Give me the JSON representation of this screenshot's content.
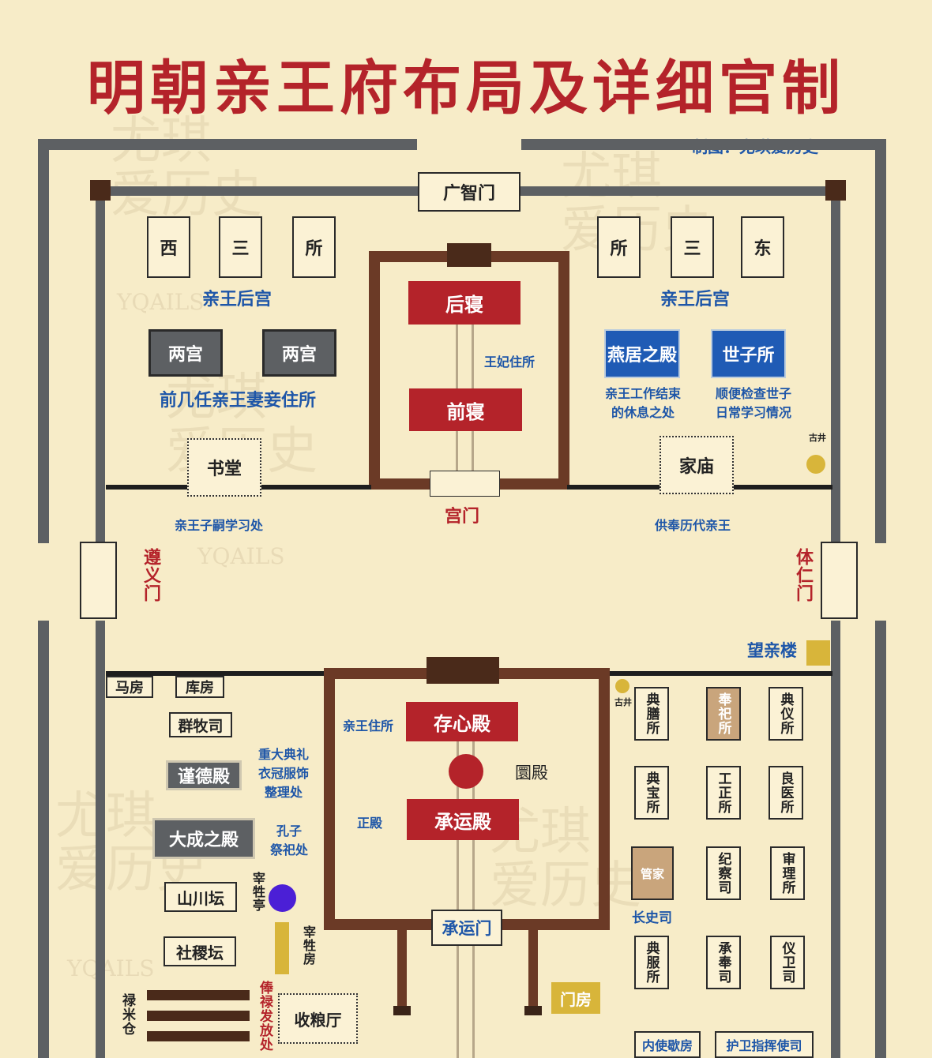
{
  "title": "明朝亲王府布局及详细官制",
  "credit": "制图：尤琪爱历史",
  "watermark": {
    "name": "尤琪",
    "tail": "爱历史",
    "latin": "YQAILS"
  },
  "gates": {
    "north": "广智门",
    "palace": "宫门",
    "west": "遵义门",
    "east": "体仁门",
    "chengyun": "承运门"
  },
  "north_section": {
    "west_three": [
      "西",
      "三",
      "所"
    ],
    "east_three": [
      "所",
      "三",
      "东"
    ],
    "west_harem": "亲王后宫",
    "east_harem": "亲王后宫",
    "liang_gong": [
      "两宫",
      "两宫"
    ],
    "former_consorts": "前几任亲王妻妾住所",
    "hou_qin": "后寝",
    "qian_qin": "前寝",
    "consort_residence": "王妃住所",
    "yanju": {
      "label": "燕居之殿",
      "desc": [
        "亲王工作结束",
        "的休息之处"
      ]
    },
    "shizi": {
      "label": "世子所",
      "desc": [
        "顺便检查世子",
        "日常学习情况"
      ]
    },
    "study": {
      "label": "书堂",
      "desc": "亲王子嗣学习处"
    },
    "ancestral": {
      "label": "家庙",
      "desc": "供奉历代亲王"
    },
    "well": "古井"
  },
  "south_section": {
    "wangqin_tower": "望亲楼",
    "stable": "马房",
    "storehouse": "库房",
    "qunmu": "群牧司",
    "jinde": {
      "label": "谨德殿",
      "desc": [
        "重大典礼",
        "衣冠服饰",
        "整理处"
      ]
    },
    "dacheng": {
      "label": "大成之殿",
      "desc": [
        "孔子",
        "祭祀处"
      ]
    },
    "shanchuan": "山川坛",
    "zaisheng_ting": "宰牲亭",
    "sheji": "社稷坛",
    "zaisheng_fang": "宰牲房",
    "lumi": "禄米仓",
    "fenglu": "俸禄发放处",
    "shouliang": "收粮厅",
    "prince_residence": "亲王住所",
    "cunxin": "存心殿",
    "yuan": "圜殿",
    "main_hall": "正殿",
    "chengyun": "承运殿",
    "door_room": "门房",
    "well": "古井",
    "offices": [
      {
        "label": "典膳所",
        "style": "plain"
      },
      {
        "label": "奉祀所",
        "style": "tan"
      },
      {
        "label": "典仪所",
        "style": "plain"
      },
      {
        "label": "典宝所",
        "style": "plain"
      },
      {
        "label": "工正所",
        "style": "plain"
      },
      {
        "label": "良医所",
        "style": "plain"
      },
      {
        "label": "纪察司",
        "style": "plain"
      },
      {
        "label": "审理所",
        "style": "plain"
      },
      {
        "label": "典服所",
        "style": "plain"
      },
      {
        "label": "承奉司",
        "style": "plain"
      },
      {
        "label": "仪卫司",
        "style": "plain"
      }
    ],
    "manager": "管家",
    "changshi": "长史司",
    "neishi": "内使歇房",
    "huwei": "护卫指挥使司"
  },
  "colors": {
    "red": "#b4232a",
    "blue": "#1f5bb5",
    "wall_grey": "#5d6063",
    "wall_brown": "#6b3a26",
    "gold": "#d8b53a",
    "purple": "#4b1fd6"
  }
}
